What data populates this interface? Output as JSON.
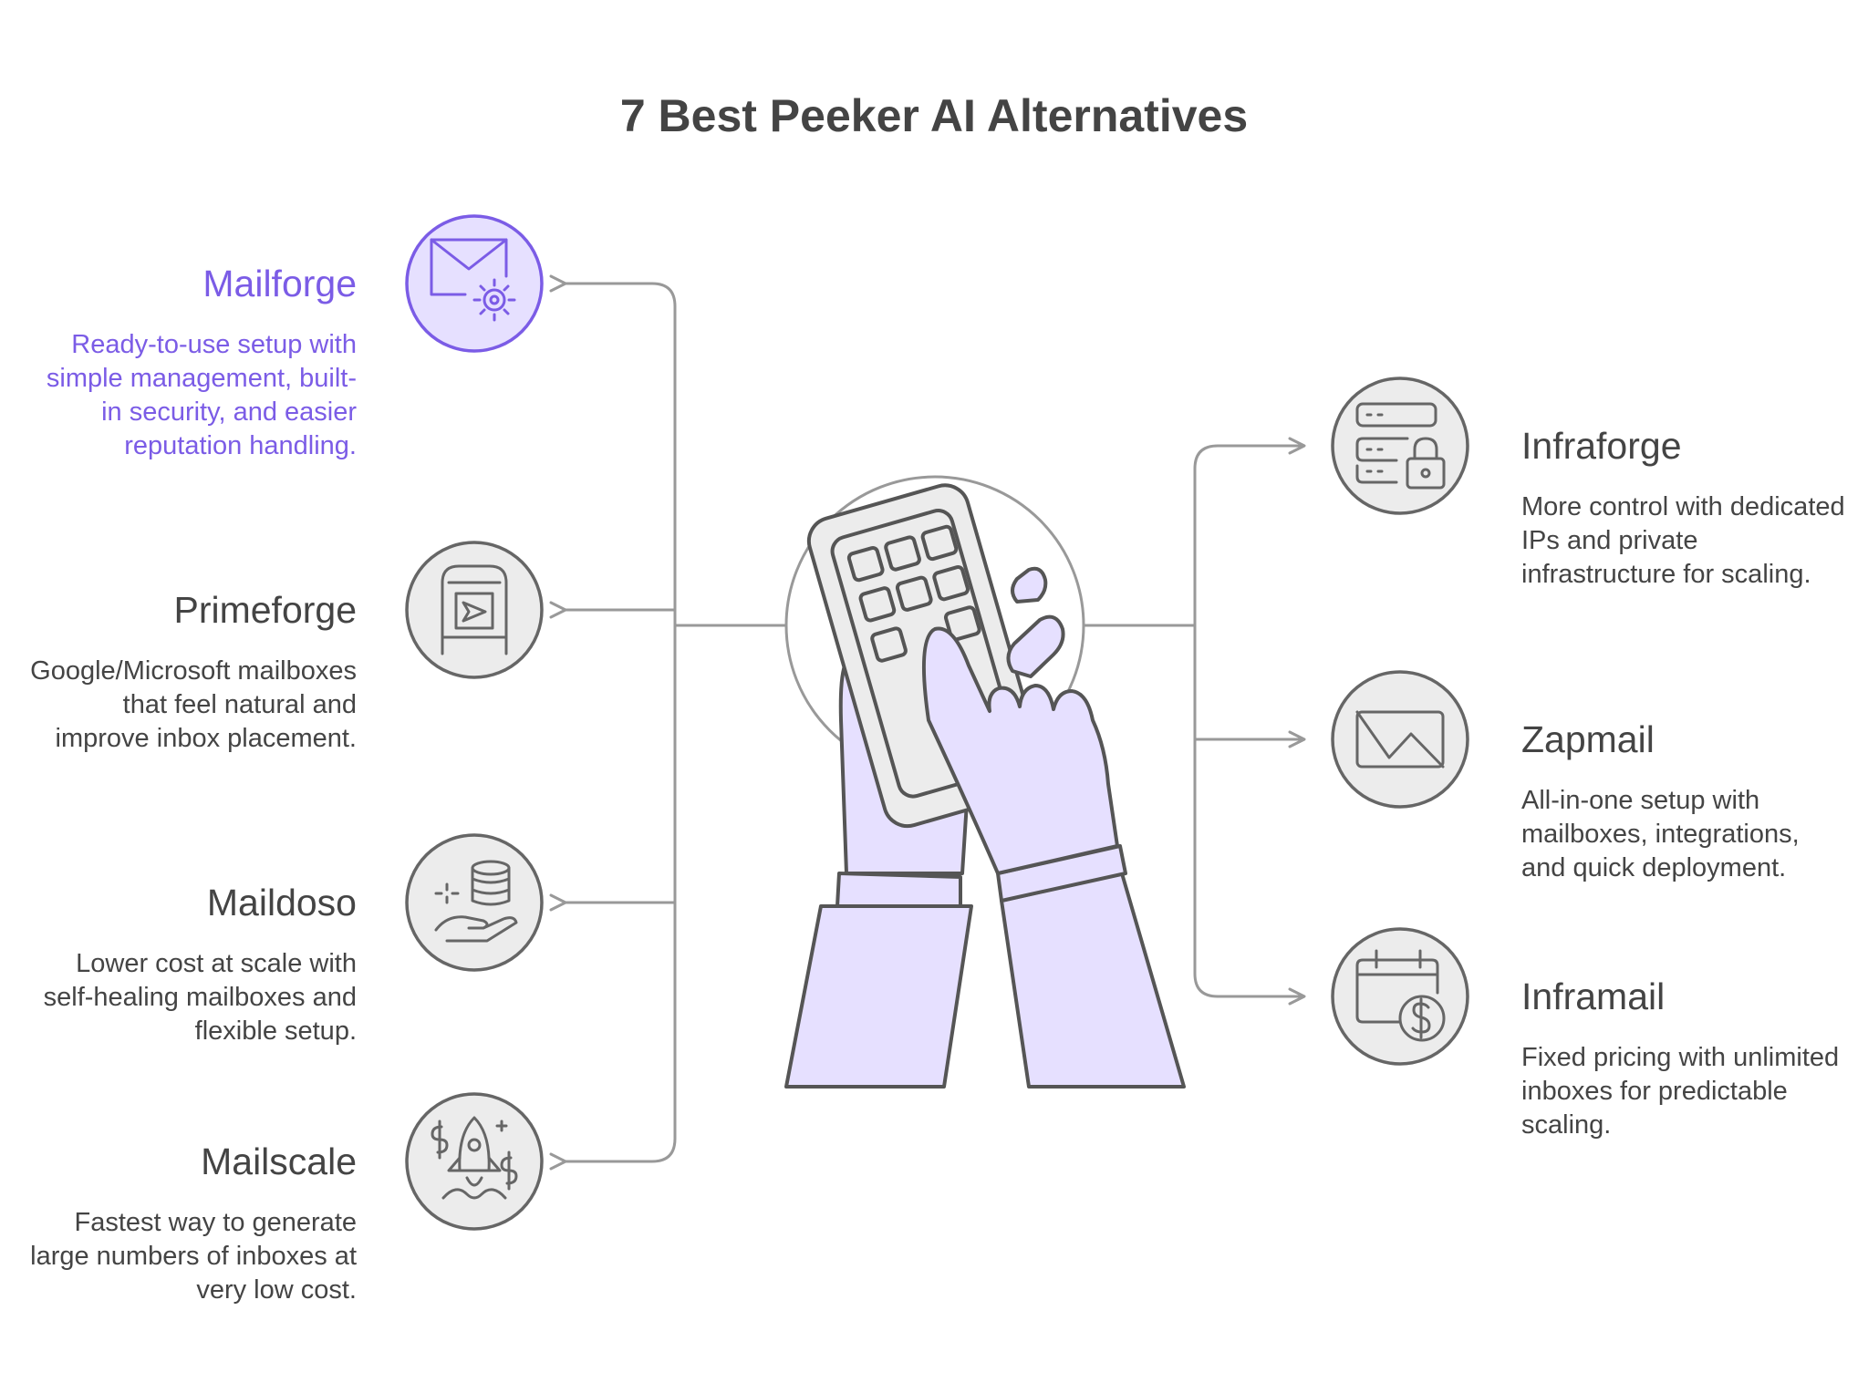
{
  "title": "7 Best Peeker AI Alternatives",
  "colors": {
    "accent": "#7b5ce6",
    "accent_fill": "#e6e0ff",
    "icon_fill": "#ececec",
    "stroke": "#999999",
    "text": "#444444",
    "hand_fill": "#e6e0ff"
  },
  "items": [
    {
      "id": "mailforge",
      "side": "left",
      "icon": "mail-gear-icon",
      "title": "Mailforge",
      "description": "Ready-to-use setup with simple management, built-in security, and easier reputation handling.",
      "highlighted": true
    },
    {
      "id": "primeforge",
      "side": "left",
      "icon": "mailbox-send-icon",
      "title": "Primeforge",
      "description": "Google/Microsoft mailboxes that feel natural and improve inbox placement.",
      "highlighted": false
    },
    {
      "id": "maildoso",
      "side": "left",
      "icon": "database-hand-icon",
      "title": "Maildoso",
      "description": "Lower cost at scale with self-healing mailboxes and flexible setup.",
      "highlighted": false
    },
    {
      "id": "mailscale",
      "side": "left",
      "icon": "rocket-dollar-icon",
      "title": "Mailscale",
      "description": "Fastest way to generate large numbers of inboxes at very low cost.",
      "highlighted": false
    },
    {
      "id": "infraforge",
      "side": "right",
      "icon": "server-lock-icon",
      "title": "Infraforge",
      "description": "More control with dedicated IPs and private infrastructure for scaling.",
      "highlighted": false
    },
    {
      "id": "zapmail",
      "side": "right",
      "icon": "envelope-zap-icon",
      "title": "Zapmail",
      "description": "All-in-one setup with mailboxes, integrations, and quick deployment.",
      "highlighted": false
    },
    {
      "id": "inframail",
      "side": "right",
      "icon": "calendar-dollar-icon",
      "title": "Inframail",
      "description": "Fixed pricing with unlimited inboxes for predictable scaling.",
      "highlighted": false
    }
  ]
}
